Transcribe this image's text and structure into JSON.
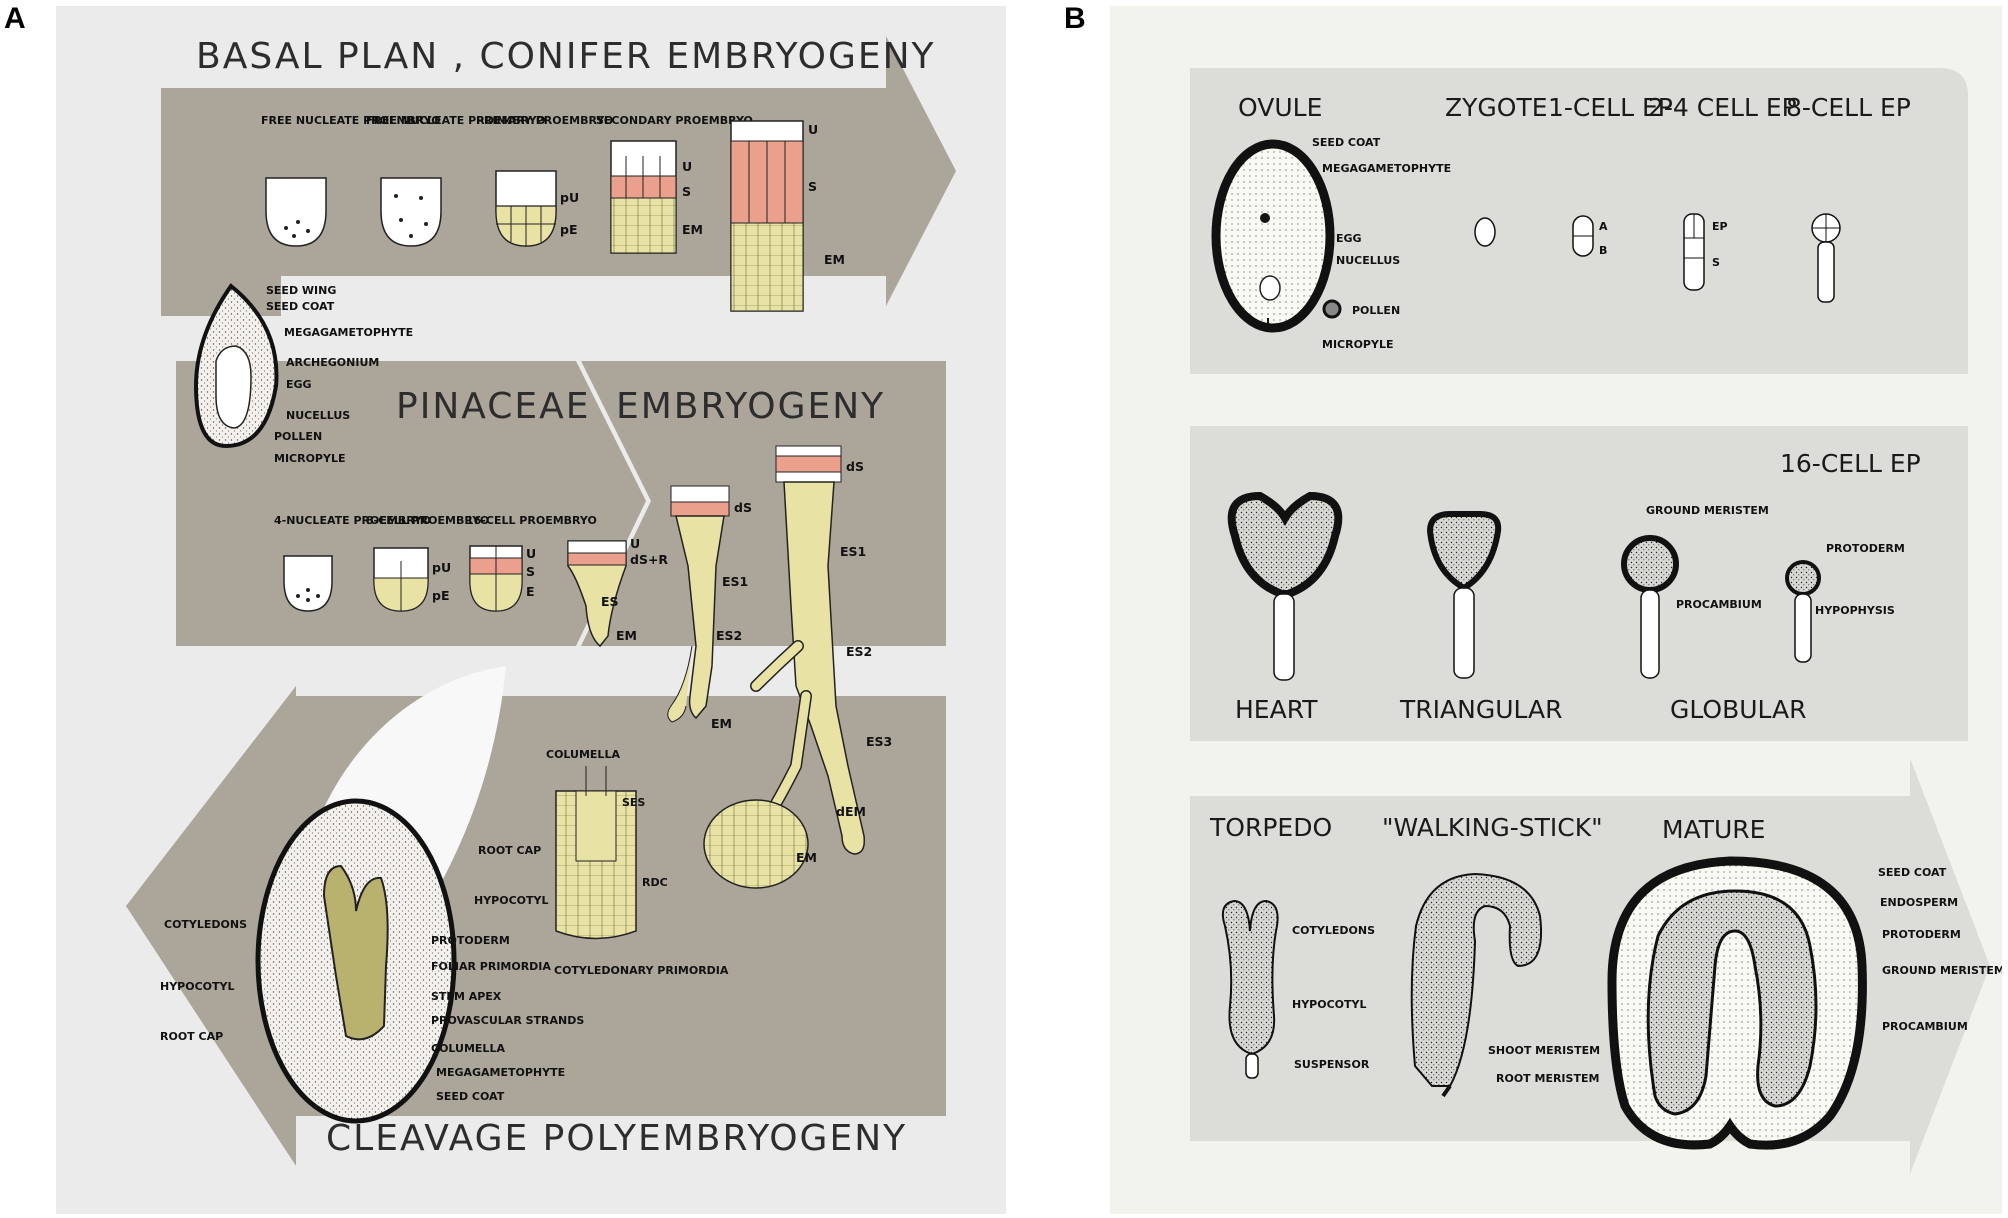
{
  "panels": {
    "a": {
      "letter": "A",
      "title_top": "BASAL PLAN , CONIFER EMBRYOGENY",
      "title_mid_left": "PINACEAE",
      "title_mid_right": "EMBRYOGENY",
      "title_bottom": "CLEAVAGE POLYEMBRYOGENY",
      "top_stages": [
        "FREE NUCLEATE PROEMBRYO",
        "FREE NUCLEATE PROEMBRYO",
        "PRIMARY PROEMBRYO",
        "SECONDARY PROEMBRYO"
      ],
      "mid_stages": [
        "4-NUCLEATE PROEMBRYO",
        "8-CELL PROEMBRYO",
        "16-CELL PROEMBRYO"
      ],
      "ovule_labels": [
        "SEED WING",
        "SEED COAT",
        "MEGAGAMETOPHYTE",
        "ARCHEGONIUM",
        "EGG",
        "NUCELLUS",
        "POLLEN",
        "MICROPYLE"
      ],
      "mature_labels": [
        "COTYLEDONS",
        "PROTODERM",
        "FOLIAR PRIMORDIA",
        "STEM APEX",
        "PROVASCULAR STRANDS",
        "COLUMELLA",
        "MEGAGAMETOPHYTE",
        "SEED COAT",
        "HYPOCOTYL",
        "ROOT CAP"
      ],
      "embryo_labels": [
        "COLUMELLA",
        "SES",
        "ROOT CAP",
        "RDC",
        "HYPOCOTYL",
        "COTYLEDONARY PRIMORDIA"
      ],
      "zone_marks": {
        "u": "U",
        "s": "S",
        "em": "EM",
        "pu": "pU",
        "pe": "pE",
        "e": "E",
        "ds": "dS",
        "dsr": "dS+R",
        "es": "ES",
        "es1": "ES1",
        "es2": "ES2",
        "es3": "ES3",
        "dem": "dEM"
      }
    },
    "b": {
      "letter": "B",
      "top_stages": [
        "OVULE",
        "ZYGOTE",
        "1-CELL EP",
        "2-4 CELL EP",
        "8-CELL EP"
      ],
      "ovule_labels": [
        "SEED COAT",
        "MEGAGAMETOPHYTE",
        "EGG",
        "NUCELLUS",
        "POLLEN",
        "MICROPYLE"
      ],
      "cell_marks": [
        "A",
        "B",
        "EP",
        "S"
      ],
      "mid_stages": [
        "HEART",
        "TRIANGULAR",
        "GLOBULAR",
        "16-CELL EP"
      ],
      "globular_labels": [
        "GROUND MERISTEM",
        "PROCAMBIUM"
      ],
      "ep16_labels": [
        "PROTODERM",
        "HYPOPHYSIS"
      ],
      "bottom_stages": [
        "TORPEDO",
        "\"WALKING-STICK\"",
        "MATURE"
      ],
      "torpedo_labels": [
        "COTYLEDONS",
        "HYPOCOTYL",
        "SUSPENSOR"
      ],
      "walking_labels": [
        "SHOOT MERISTEM",
        "ROOT MERISTEM"
      ],
      "mature_labels": [
        "SEED COAT",
        "ENDOSPERM",
        "PROTODERM",
        "GROUND MERISTEM",
        "PROCAMBIUM"
      ]
    }
  },
  "colors": {
    "arrow_band": "#aca59a",
    "suspensor_pink": "#eaa08c",
    "embryo_yellow": "#e8e2a5",
    "band_b": "#dcdcd9"
  }
}
